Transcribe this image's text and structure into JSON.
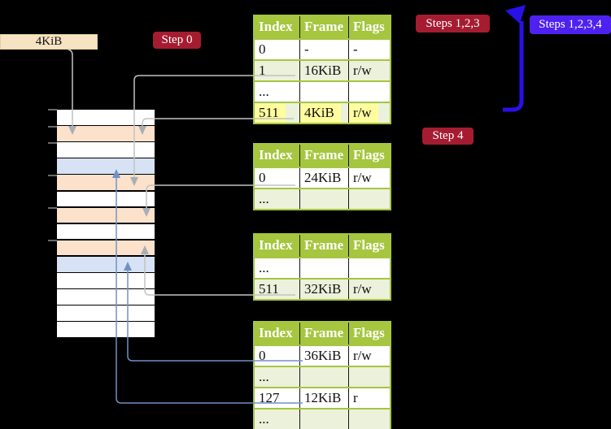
{
  "frame_box": {
    "label": "4KiB"
  },
  "badges": {
    "step0": "Step 0",
    "steps123": "Steps 1,2,3",
    "steps1234": "Steps 1,2,3,4",
    "step4": "Step 4"
  },
  "tables": [
    {
      "name": "page-table-top",
      "headers": [
        "Index",
        "Frame",
        "Flags"
      ],
      "rows": [
        {
          "cells": [
            "0",
            "-",
            "-"
          ],
          "shaded": false,
          "highlighted": false
        },
        {
          "cells": [
            "1",
            "16KiB",
            "r/w"
          ],
          "shaded": true,
          "highlighted": false
        },
        {
          "cells": [
            "...",
            "",
            ""
          ],
          "shaded": false,
          "highlighted": false
        },
        {
          "cells": [
            "511",
            "4KiB",
            "r/w"
          ],
          "shaded": true,
          "highlighted": true
        }
      ]
    },
    {
      "name": "page-table-second",
      "headers": [
        "Index",
        "Frame",
        "Flags"
      ],
      "rows": [
        {
          "cells": [
            "0",
            "24KiB",
            "r/w"
          ],
          "shaded": false,
          "highlighted": false
        },
        {
          "cells": [
            "...",
            "",
            ""
          ],
          "shaded": true,
          "highlighted": false
        }
      ]
    },
    {
      "name": "page-table-third",
      "headers": [
        "Index",
        "Frame",
        "Flags"
      ],
      "rows": [
        {
          "cells": [
            "...",
            "",
            ""
          ],
          "shaded": false,
          "highlighted": false
        },
        {
          "cells": [
            "511",
            "32KiB",
            "r/w"
          ],
          "shaded": true,
          "highlighted": false
        }
      ]
    },
    {
      "name": "page-table-bottom",
      "headers": [
        "Index",
        "Frame",
        "Flags"
      ],
      "rows": [
        {
          "cells": [
            "0",
            "36KiB",
            "r/w"
          ],
          "shaded": false,
          "highlighted": false
        },
        {
          "cells": [
            "...",
            "",
            ""
          ],
          "shaded": true,
          "highlighted": false
        },
        {
          "cells": [
            "127",
            "12KiB",
            "r"
          ],
          "shaded": false,
          "highlighted": false
        },
        {
          "cells": [
            "...",
            "",
            ""
          ],
          "shaded": true,
          "highlighted": false
        }
      ]
    }
  ],
  "memory": {
    "rows": [
      "white",
      "peach",
      "white",
      "blue",
      "peach",
      "white",
      "peach",
      "white",
      "peach",
      "blue",
      "white",
      "white",
      "white",
      "white"
    ],
    "tick_ys": [
      135,
      156,
      176,
      216,
      256,
      296
    ]
  },
  "colors": {
    "background": "#000000",
    "table_header_bg": "#a5c63e",
    "table_shaded_row_bg": "#ecf1dc",
    "highlight_yellow": "#fffd9d",
    "badge_red": "#a51c30",
    "badge_blue_violet": "#4f21f0",
    "thick_arrow_blue": "#2a10e8",
    "thin_arrow_blue": "#7191c5",
    "connector_gray": "#c2c2c2",
    "memory_frame_peach": "#fce2cb",
    "memory_frame_blue": "#d7e3f4",
    "frame_box_tan": "#f5e3c3"
  }
}
